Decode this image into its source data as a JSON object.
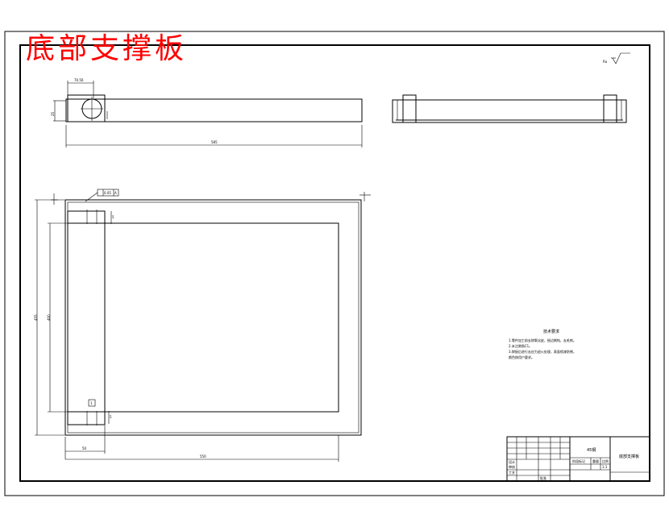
{
  "drawing_title": "底部支撑板",
  "roughness_symbol": "Ra",
  "front_view": {
    "top_dimension": "70.50",
    "left_dimension": "25",
    "length_dimension": "585"
  },
  "plan_view": {
    "tolerance_frame": "0.05",
    "datum": "A",
    "height_outer": "455",
    "height_inner": "400",
    "width_left": "50",
    "width_total": "550",
    "datum_label": "1",
    "small_dim_top": "5",
    "small_dim_bottom": "5"
  },
  "technical_requirements": {
    "heading": "技术要求",
    "lines": [
      "1.零件加工前去除氧化皮，锐边倒钝，去毛刺。",
      "2.未注倒角C1。",
      "3.焊接后进行去应力退火处理，表面喷漆防锈，",
      "  颜色按用户要求。"
    ]
  },
  "title_block": {
    "material": "45钢",
    "part_name": "底部支撑板",
    "scale": "1:1",
    "row_labels": [
      "设计",
      "审核",
      "工艺",
      "批准"
    ],
    "stage_labels": [
      "阶段标记",
      "重量",
      "比例"
    ]
  }
}
